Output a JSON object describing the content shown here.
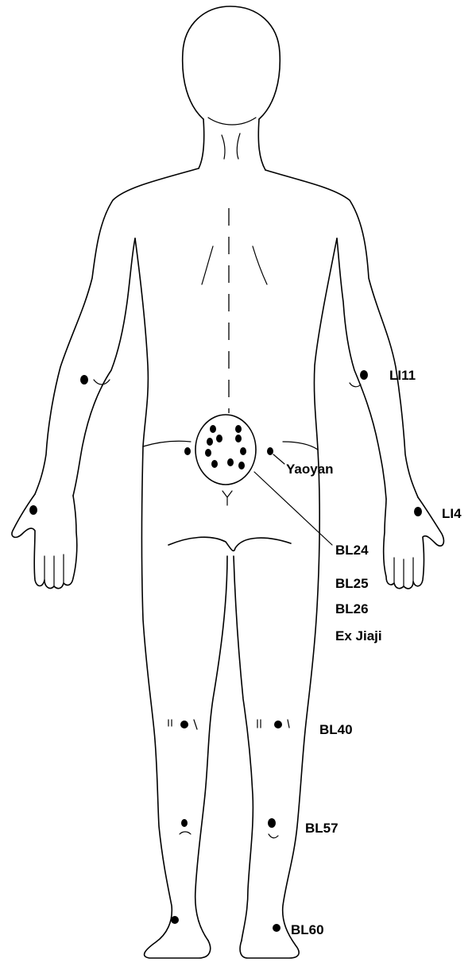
{
  "labels": {
    "li11": "LI11",
    "li4": "LI4",
    "yaoyan": "Yaoyan",
    "bl24": "BL24",
    "bl25": "BL25",
    "bl26": "BL26",
    "ex_jiaji": "Ex Jiaji",
    "bl40": "BL40",
    "bl57": "BL57",
    "bl60": "BL60"
  },
  "colors": {
    "ink": "#000000",
    "background": "#ffffff"
  }
}
